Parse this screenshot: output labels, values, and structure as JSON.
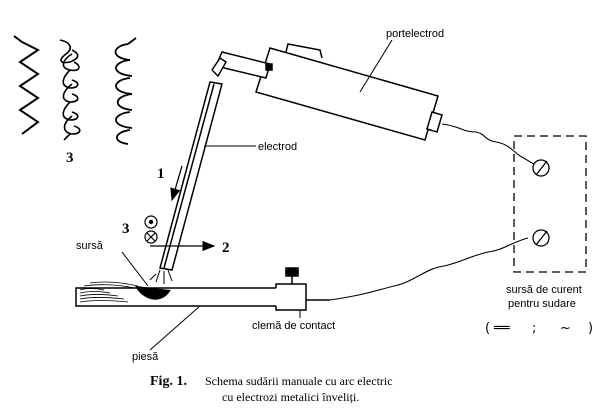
{
  "labels": {
    "portelectrod": "portelectrod",
    "electrod": "electrod",
    "sursa": "sursă",
    "piesa": "piesă",
    "clema": "clemă de contact",
    "sursa_curent_1": "sursă de curent",
    "sursa_curent_2": "pentru sudare",
    "current_types_open": "(",
    "current_types_dc": "══",
    "current_types_sep": ";",
    "current_types_ac": "~",
    "current_types_close": ")"
  },
  "numbers": {
    "motion_1": "1",
    "motion_2": "2",
    "motion_3": "3",
    "patterns_3": "3"
  },
  "caption": {
    "fig": "Fig. 1.",
    "line1": "Schema sudării manuale cu arc electric",
    "line2": "cu electrozi metalici înveliți."
  },
  "icons": {
    "zigzag": "zigzag-weave-pattern-icon",
    "loops": "loop-weave-pattern-icon",
    "crescent": "crescent-weave-pattern-icon",
    "outward": "circle-dot-icon",
    "inward": "circle-cross-icon"
  }
}
